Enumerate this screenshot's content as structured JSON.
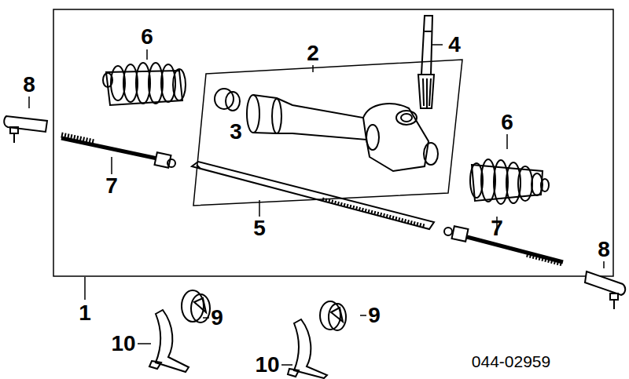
{
  "diagram": {
    "labels": [
      "6",
      "2",
      "4",
      "8",
      "3",
      "6",
      "7",
      "5",
      "7",
      "8",
      "1",
      "9",
      "9",
      "10",
      "10",
      "044-02959"
    ]
  }
}
